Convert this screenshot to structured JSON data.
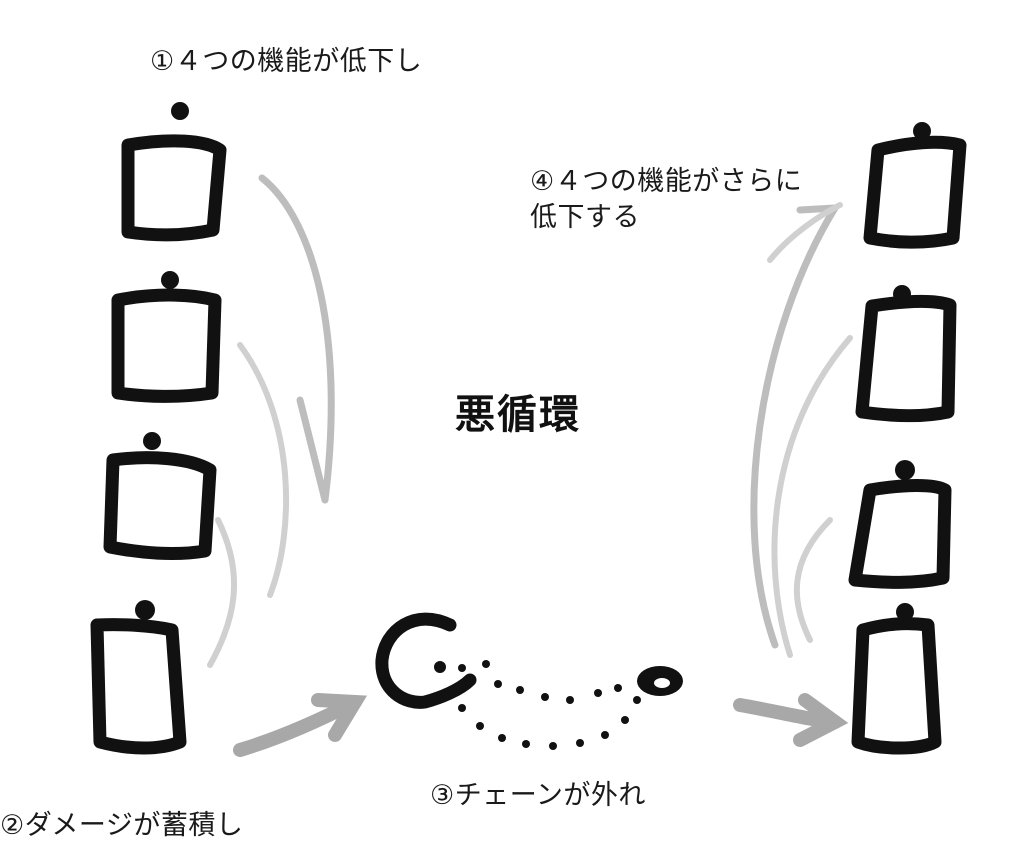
{
  "labels": {
    "step1": "①４つの機能が低下し",
    "step2": "②ダメージが蓄積し",
    "step3": "③チェーンが外れ",
    "step4": "④４つの機能がさらに\n低下する"
  },
  "center_title": "悪循環",
  "colors": {
    "ink": "#111111",
    "arrow": "#bdbdbd",
    "background": "#ffffff"
  }
}
